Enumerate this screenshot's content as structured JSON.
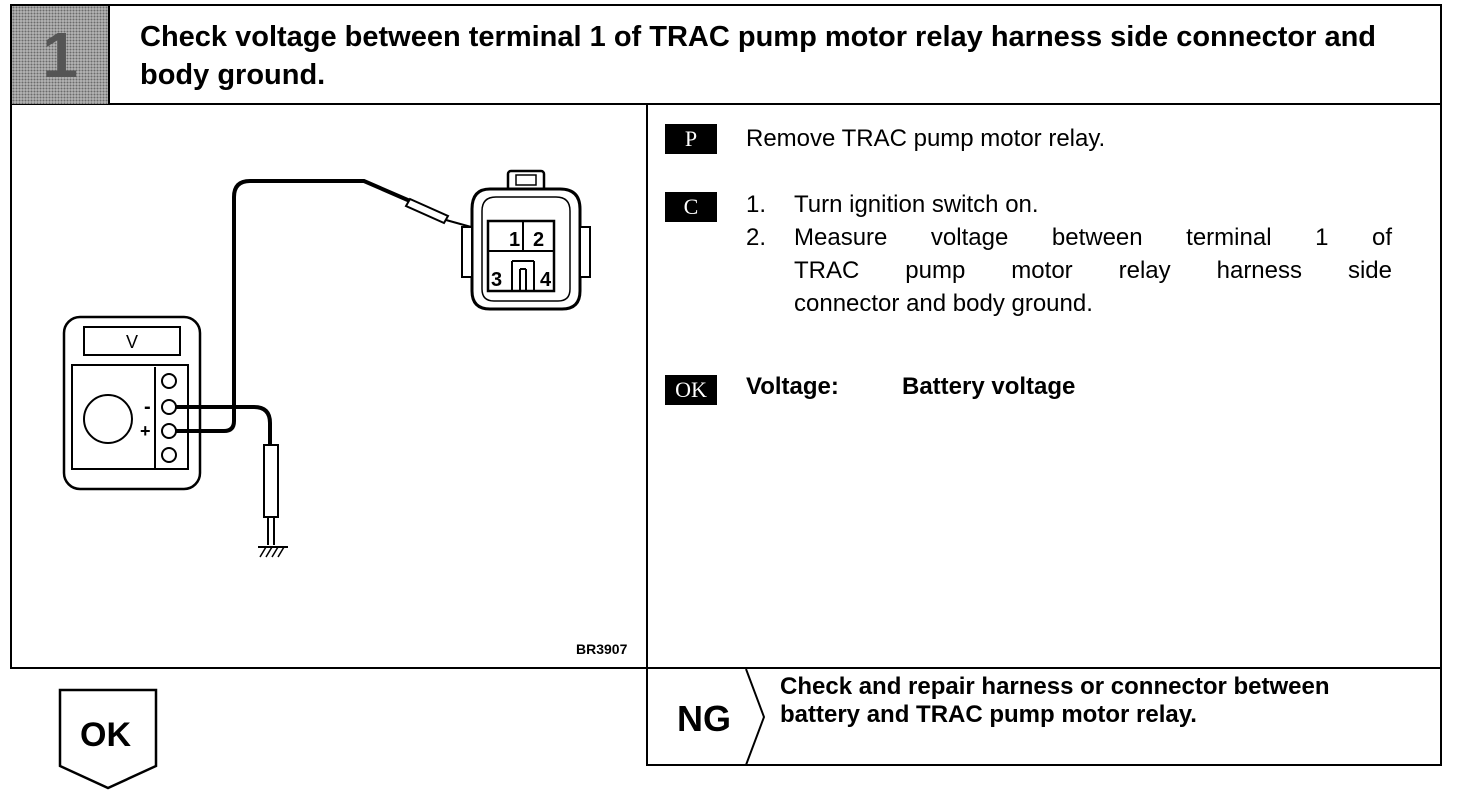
{
  "step": {
    "number": "1",
    "title": "Check voltage between terminal 1 of TRAC pump motor relay harness side connector and body ground."
  },
  "figure": {
    "meter_label": "V",
    "minus_label": "-",
    "plus_label": "+",
    "terminals": [
      "1",
      "2",
      "3",
      "4"
    ],
    "code": "BR3907"
  },
  "instructions": {
    "prep_tag": "P",
    "prep_text": "Remove TRAC pump motor relay.",
    "check_tag": "C",
    "check_steps": [
      {
        "num": "1.",
        "text": "Turn ignition switch on."
      },
      {
        "num": "2.",
        "line1": "Measure voltage between terminal 1 of",
        "line2": "TRAC pump motor relay harness side",
        "line3": "connector and body ground."
      }
    ],
    "ok_tag": "OK",
    "ok_label": "Voltage:",
    "ok_value": "Battery voltage"
  },
  "result_ng": {
    "label": "NG",
    "text": "Check and repair harness or connector between battery and TRAC pump motor relay."
  },
  "result_ok": {
    "label": "OK"
  }
}
